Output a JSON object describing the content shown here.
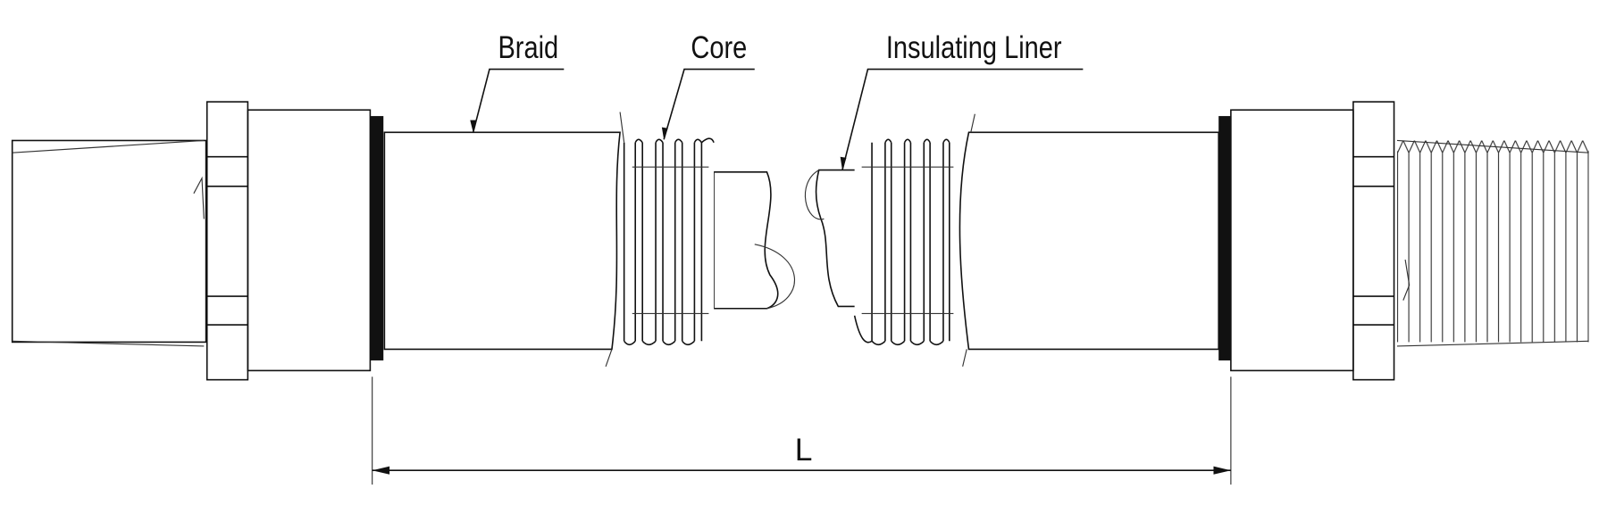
{
  "labels": {
    "braid": "Braid",
    "core": "Core",
    "insulating_liner": "Insulating Liner",
    "length": "L"
  },
  "colors": {
    "line": "#111111",
    "background": "#ffffff"
  }
}
